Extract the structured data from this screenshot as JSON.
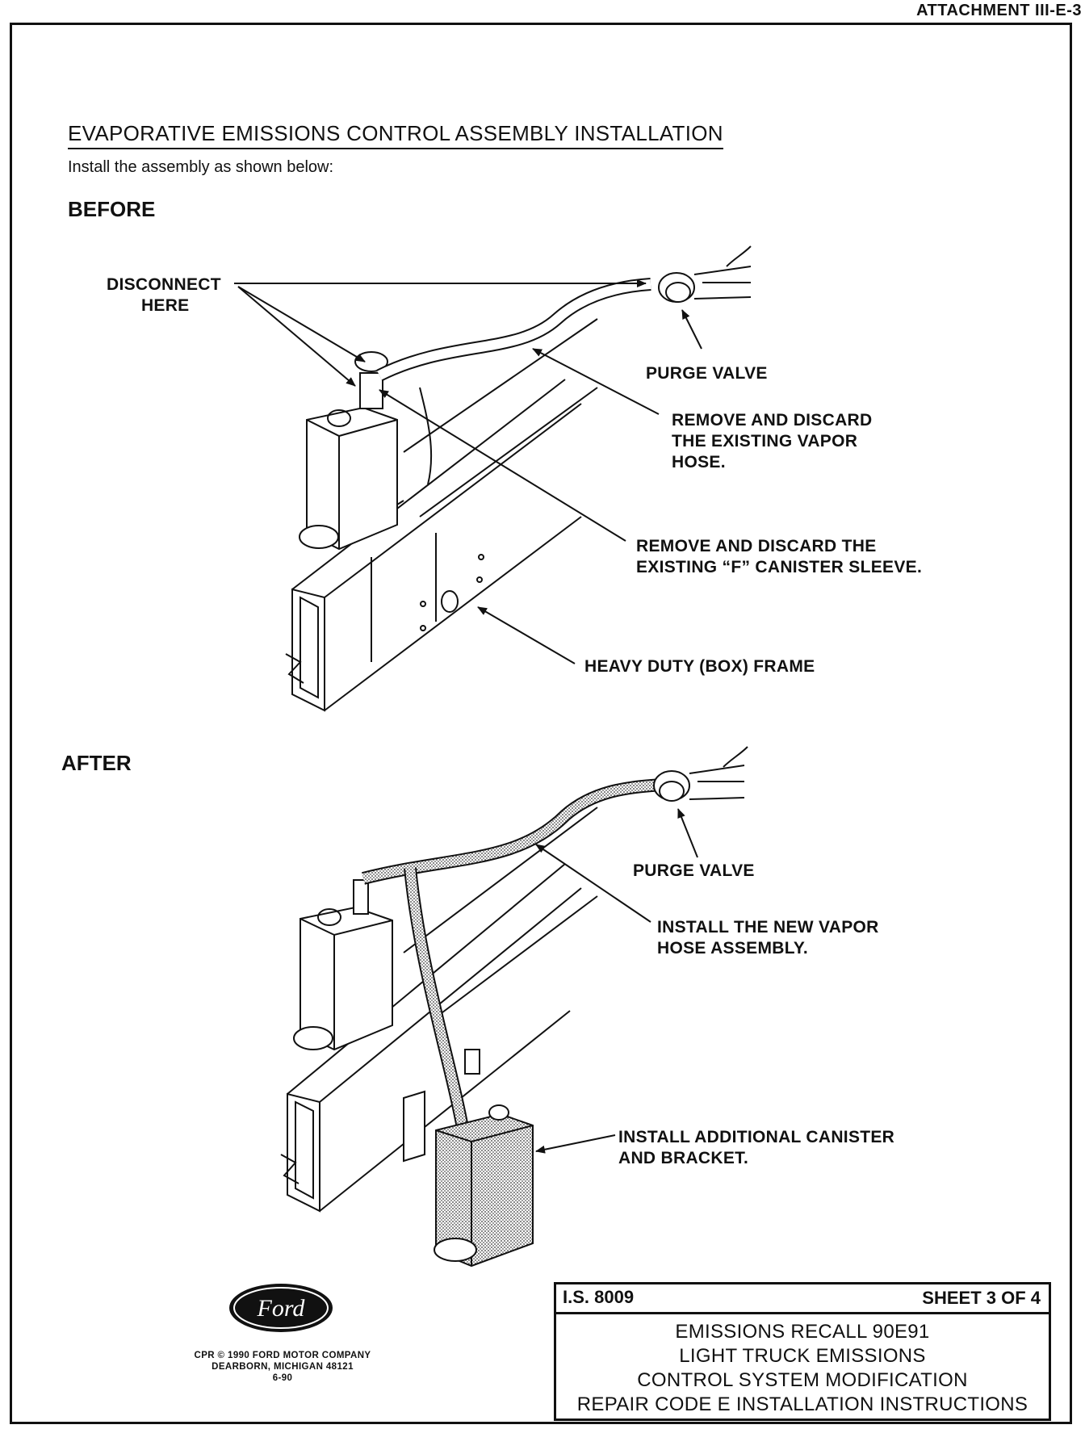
{
  "header": {
    "attachment": "ATTACHMENT III-E-3"
  },
  "heading": {
    "title": "EVAPORATIVE EMISSIONS CONTROL ASSEMBLY INSTALLATION",
    "subtitle": "Install the assembly as shown below:"
  },
  "before": {
    "label": "BEFORE",
    "callouts": {
      "disconnect": "DISCONNECT\n       HERE",
      "purge_valve": "PURGE VALVE",
      "remove_hose": "REMOVE AND DISCARD\nTHE EXISTING VAPOR\nHOSE.",
      "remove_sleeve": "REMOVE AND DISCARD THE\nEXISTING “F” CANISTER SLEEVE.",
      "frame": "HEAVY DUTY (BOX) FRAME"
    }
  },
  "after": {
    "label": "AFTER",
    "callouts": {
      "purge_valve": "PURGE VALVE",
      "install_hose": "INSTALL THE NEW VAPOR\nHOSE ASSEMBLY.",
      "install_canister": "INSTALL ADDITIONAL CANISTER\nAND BRACKET."
    }
  },
  "footer": {
    "logo_text": "Ford",
    "copyright_lines": [
      "CPR © 1990 FORD MOTOR COMPANY",
      "DEARBORN, MICHIGAN 48121",
      "6-90"
    ]
  },
  "info_box": {
    "number": "I.S. 8009",
    "sheet": "SHEET 3 OF 4",
    "lines": [
      "EMISSIONS RECALL 90E91",
      "LIGHT TRUCK EMISSIONS",
      "CONTROL SYSTEM MODIFICATION",
      "REPAIR CODE E INSTALLATION INSTRUCTIONS"
    ]
  }
}
